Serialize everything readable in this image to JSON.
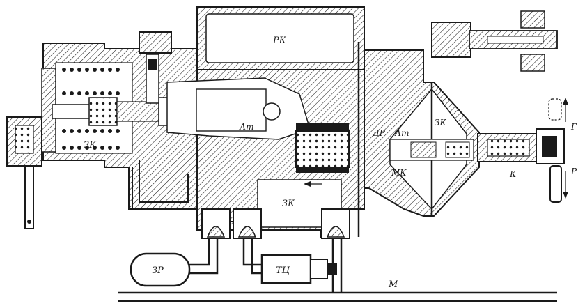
{
  "labels": {
    "rk": "РК",
    "at_main": "Ат",
    "zk_left": "ЗК",
    "zk_center": "ЗК",
    "zk_right": "ЗК",
    "dr": "ДР",
    "at_small": "Ат",
    "mk": "МК",
    "k": "К",
    "g": "Г",
    "p": "Р",
    "zr": "ЗР",
    "tc": "ТЦ",
    "m": "М"
  },
  "colors": {
    "ink": "#1a1a1a",
    "paper": "#ffffff",
    "shade": "#d9d9d9"
  }
}
